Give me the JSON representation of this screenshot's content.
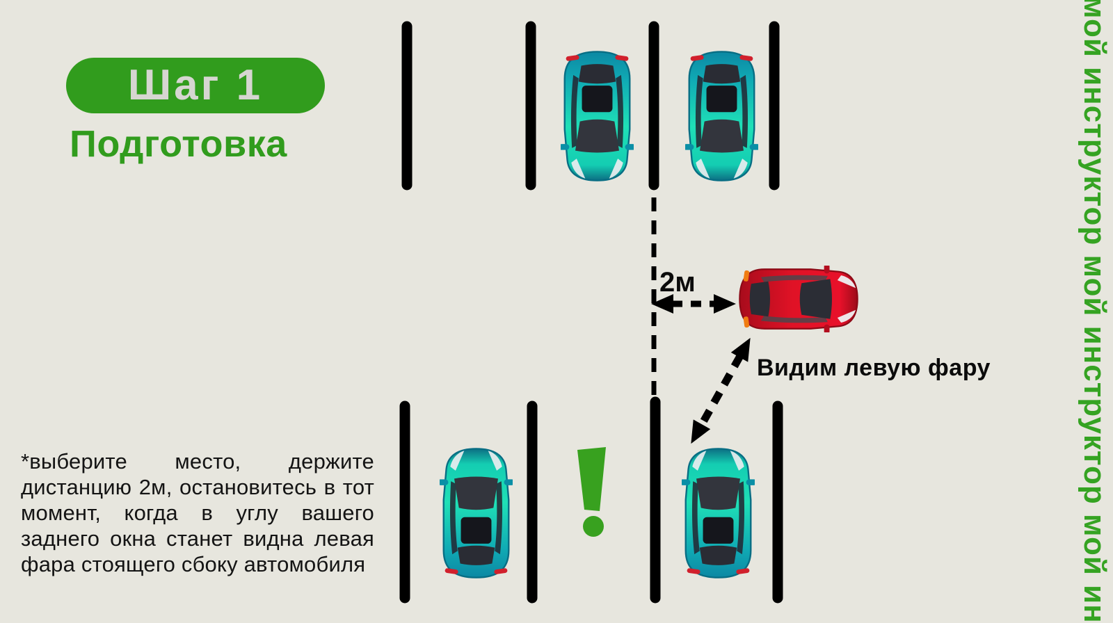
{
  "header": {
    "step_badge": "Шаг 1",
    "subtitle": "Подготовка"
  },
  "note": {
    "text": "*выберите место, держите дистанцию 2м, остановитесь в тот момент, когда в углу вашего заднего окна станет видна левая фара стоящего сбоку автомобиля"
  },
  "diagram": {
    "distance_label": "2м",
    "callout_label": "Видим левую фару",
    "exclamation_glyph": "!"
  },
  "watermark": {
    "text": "мой инструктор мой инструктор мой ин"
  },
  "colors": {
    "background": "#e7e6de",
    "accent_green": "#319c1d",
    "badge_text": "#d6d6d1",
    "body_text": "#141414",
    "marking_black": "#000000",
    "car_teal": "#14cdb2",
    "car_red": "#d8101f"
  }
}
